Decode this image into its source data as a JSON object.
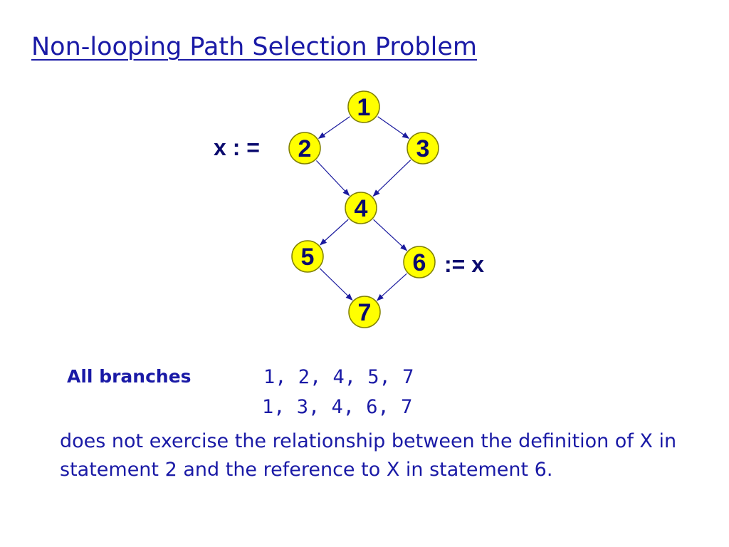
{
  "title": "Non-looping Path Selection Problem",
  "nodes": [
    {
      "id": "1",
      "label": "1"
    },
    {
      "id": "2",
      "label": "2"
    },
    {
      "id": "3",
      "label": "3"
    },
    {
      "id": "4",
      "label": "4"
    },
    {
      "id": "5",
      "label": "5"
    },
    {
      "id": "6",
      "label": "6"
    },
    {
      "id": "7",
      "label": "7"
    }
  ],
  "edges": [
    {
      "from": "1",
      "to": "2"
    },
    {
      "from": "1",
      "to": "3"
    },
    {
      "from": "2",
      "to": "4"
    },
    {
      "from": "3",
      "to": "4"
    },
    {
      "from": "4",
      "to": "5"
    },
    {
      "from": "4",
      "to": "6"
    },
    {
      "from": "5",
      "to": "7"
    },
    {
      "from": "6",
      "to": "7"
    }
  ],
  "annotations": {
    "definition": "x : =",
    "reference": ":= x"
  },
  "branches_label": "All branches",
  "paths": [
    "1, 2, 4, 5, 7",
    "1, 3, 4, 6, 7"
  ],
  "explanation": "does not exercise the relationship between the definition of X in statement 2 and the reference to X in statement 6.",
  "colors": {
    "text": "#1a1aa6",
    "node_fill": "#ffff00",
    "edge": "#1a1a9e"
  }
}
